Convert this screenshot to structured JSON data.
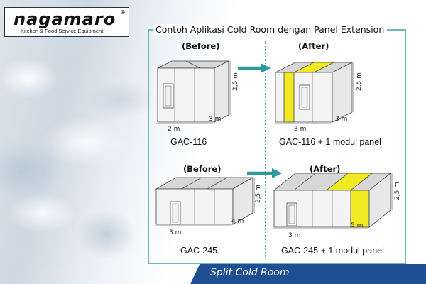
{
  "logo": {
    "word": "nagamaro",
    "registered": "®",
    "tagline": "Kitchen & Food Service Equipment"
  },
  "frame_title": "Contoh Aplikasi Cold Room dengan Panel Extension",
  "panels": [
    {
      "tag": "(Before)",
      "caption": "GAC-116",
      "dim_width": "2 m",
      "dim_length": "3 m",
      "dim_height": "2,5 m"
    },
    {
      "tag": "(After)",
      "caption": "GAC-116 + 1 modul panel",
      "dim_width": "3 m",
      "dim_length": "3 m",
      "dim_height": "2,5 m"
    },
    {
      "tag": "(Before)",
      "caption": "GAC-245",
      "dim_width": "3 m",
      "dim_length": "4 m",
      "dim_height": "2,5 m"
    },
    {
      "tag": "(After)",
      "caption": "GAC-245 + 1 modul panel",
      "dim_width": "3 m",
      "dim_length": "5 m",
      "dim_height": "2,5 m"
    }
  ],
  "banner": "Split Cold Room",
  "colors": {
    "frame": "#6bb8bc",
    "arrow": "#2f9a9e",
    "extension_panel": "#f1ea23",
    "banner": "#1f4e93"
  }
}
